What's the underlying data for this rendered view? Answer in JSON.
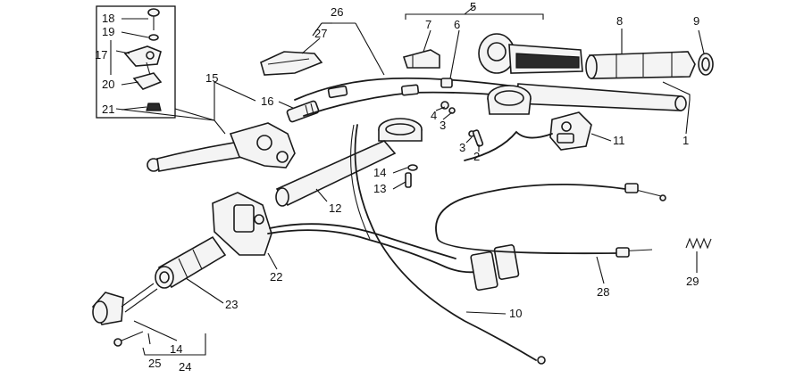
{
  "labels": {
    "l1": "1",
    "l2": "2",
    "l3a": "3",
    "l3b": "3",
    "l4": "4",
    "l5": "5",
    "l6": "6",
    "l7": "7",
    "l8": "8",
    "l9": "9",
    "l10": "10",
    "l11": "11",
    "l12": "12",
    "l13": "13",
    "l14a": "14",
    "l14b": "14",
    "l15": "15",
    "l16": "16",
    "l17": "17",
    "l18": "18",
    "l19": "19",
    "l20": "20",
    "l21": "21",
    "l22": "22",
    "l23": "23",
    "l24": "24",
    "l25": "25",
    "l26": "26",
    "l27": "27",
    "l28": "28",
    "l29": "29"
  }
}
